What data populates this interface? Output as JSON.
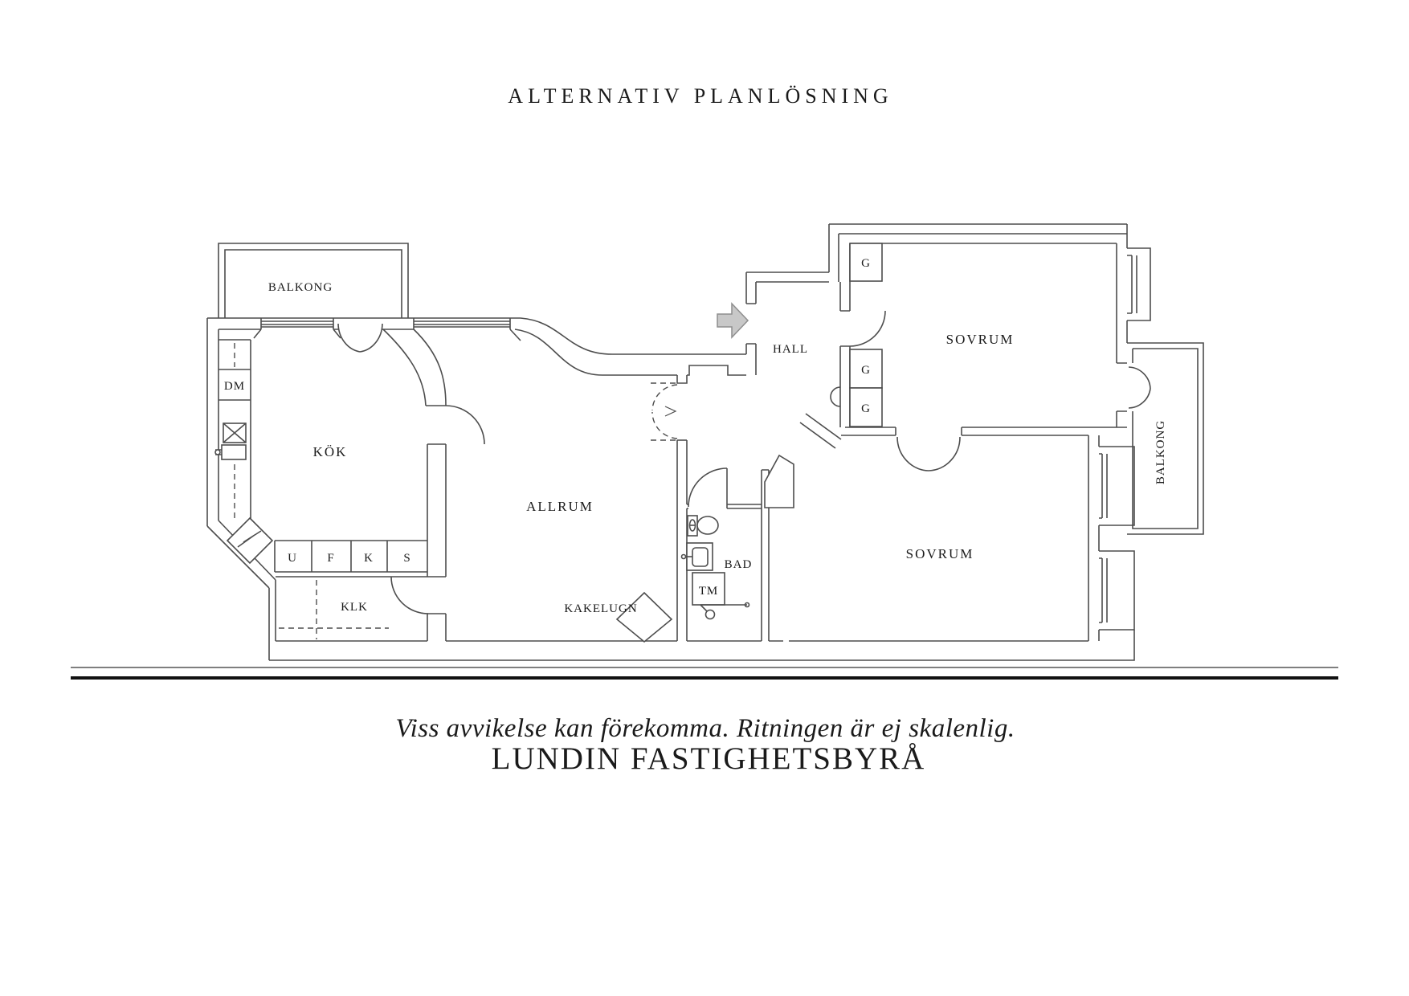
{
  "title": "ALTERNATIV PLANLÖSNING",
  "footer": {
    "disclaimer": "Viss avvikelse kan förekomma. Ritningen är ej skalenlig.",
    "brand": "LUNDIN FASTIGHETSBYRÅ"
  },
  "rooms": {
    "balkong_left": "BALKONG",
    "balkong_right": "BALKONG",
    "kok": "KÖK",
    "allrum": "ALLRUM",
    "klk": "KLK",
    "hall": "HALL",
    "bad": "BAD",
    "sovrum_ne": "SOVRUM",
    "sovrum_se": "SOVRUM",
    "kakelugn": "KAKELUGN"
  },
  "fixtures": {
    "dishwasher": "DM",
    "washing_machine": "TM",
    "cabinet_u": "U",
    "cabinet_f": "F",
    "cabinet_k": "K",
    "cabinet_s": "S",
    "wardrobe_1": "G",
    "wardrobe_2": "G",
    "wardrobe_3": "G"
  },
  "colors": {
    "line": "#4d4d4d",
    "text": "#1a1a1a",
    "arrow_fill": "#c8c8c8",
    "arrow_stroke": "#8e8e8e",
    "rule": "#111111"
  }
}
